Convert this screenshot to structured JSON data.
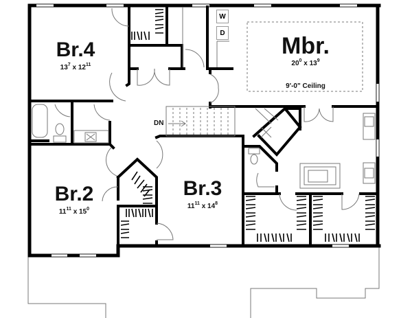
{
  "plan": {
    "rooms": [
      {
        "id": "br4",
        "name": "Br.4",
        "width": {
          "ft": "13",
          "in": "7"
        },
        "length": {
          "ft": "12",
          "in": "11"
        }
      },
      {
        "id": "mbr",
        "name": "Mbr.",
        "width": {
          "ft": "20",
          "in": "0"
        },
        "length": {
          "ft": "13",
          "in": "9"
        },
        "note": "9'-0\" Ceiling"
      },
      {
        "id": "br2",
        "name": "Br.2",
        "width": {
          "ft": "11",
          "in": "11"
        },
        "length": {
          "ft": "15",
          "in": "0"
        }
      },
      {
        "id": "br3",
        "name": "Br.3",
        "width": {
          "ft": "11",
          "in": "11"
        },
        "length": {
          "ft": "14",
          "in": "8"
        }
      }
    ],
    "stair_label": "DN",
    "appliances": {
      "washer": "W",
      "dryer": "D"
    },
    "separator": "x"
  }
}
